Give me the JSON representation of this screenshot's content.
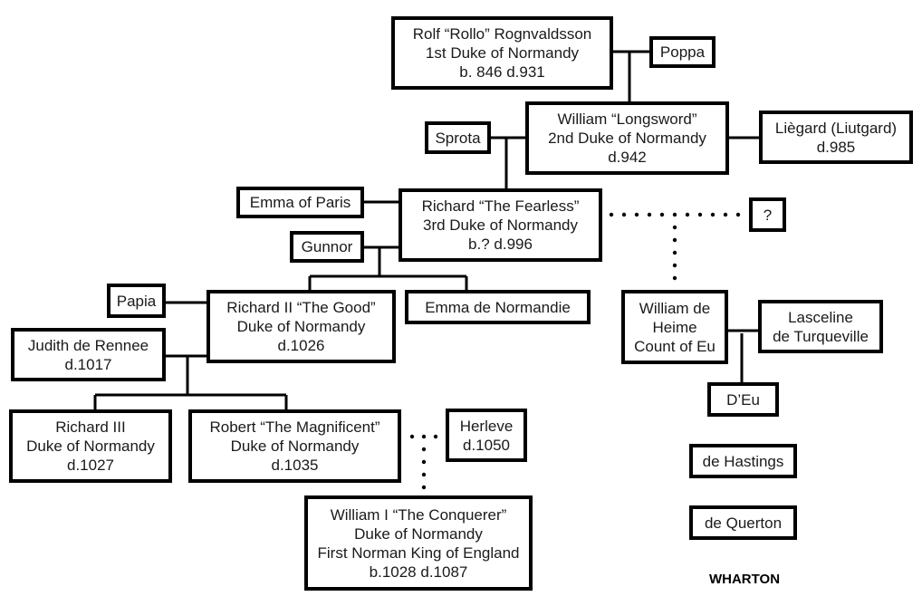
{
  "title": "Dukes of Normandy family tree",
  "people": {
    "rollo": [
      "Rolf “Rollo” Rognvaldsson",
      "1st Duke of Normandy",
      "b. 846 d.931"
    ],
    "poppa": [
      "Poppa"
    ],
    "longsword": [
      "William “Longsword”",
      "2nd Duke of Normandy",
      "d.942"
    ],
    "liegard": [
      "Liègard (Liutgard)",
      "d.985"
    ],
    "sprota": [
      "Sprota"
    ],
    "emma_paris": [
      "Emma of Paris"
    ],
    "fearless": [
      "Richard “The Fearless”",
      "3rd Duke of Normandy",
      "b.? d.996"
    ],
    "gunnor": [
      "Gunnor"
    ],
    "unknown": [
      "?"
    ],
    "papia": [
      "Papia"
    ],
    "richard2": [
      "Richard II “The Good”",
      "Duke of Normandy",
      "d.1026"
    ],
    "emma_normandie": [
      "Emma de Normandie"
    ],
    "judith": [
      "Judith de Rennee",
      "d.1017"
    ],
    "william_heime": [
      "William de",
      "Heime",
      "Count of Eu"
    ],
    "lasceline": [
      "Lasceline",
      "de Turqueville"
    ],
    "deu": [
      "D’Eu"
    ],
    "richard3": [
      "Richard III",
      "Duke of Normandy",
      "d.1027"
    ],
    "robert": [
      "Robert “The Magnificent”",
      "Duke of Normandy",
      "d.1035"
    ],
    "herleve": [
      "Herleve",
      "d.1050"
    ],
    "conqueror": [
      "William I “The Conquerer”",
      "Duke of Normandy",
      "First Norman King of England",
      "b.1028 d.1087"
    ],
    "hastings": [
      "de Hastings"
    ],
    "querton": [
      "de Querton"
    ]
  },
  "footer_label": "WHARTON",
  "colors": {
    "line": "#000000",
    "text": "#1a1a1a",
    "background": "#ffffff"
  }
}
